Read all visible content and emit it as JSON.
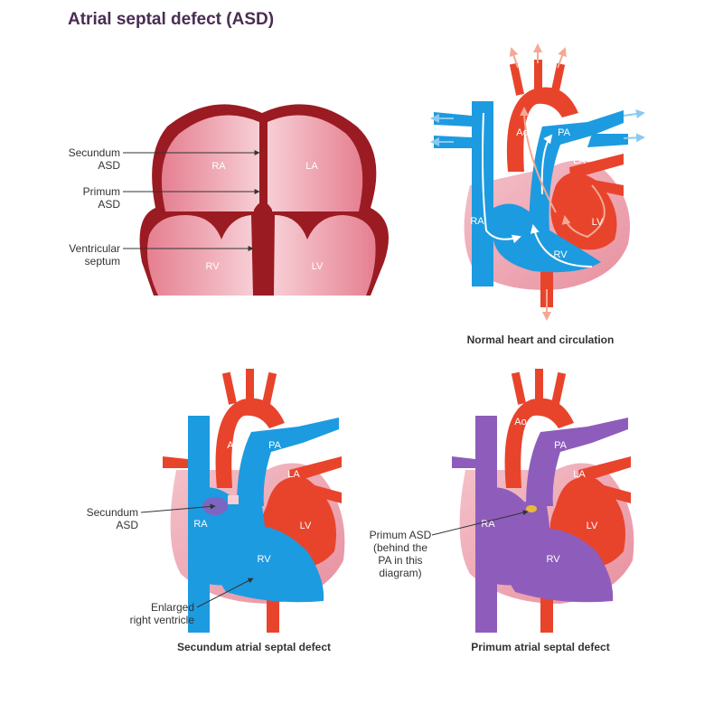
{
  "title": "Atrial septal defect (ASD)",
  "colors": {
    "title": "#4a2d52",
    "muscle_dark": "#9b1b22",
    "chamber_pink": "#f2b8c0",
    "blue": "#1d9be0",
    "red": "#e8442c",
    "purple": "#8e5dbb",
    "label_dark": "#333333"
  },
  "panel_top_left": {
    "chambers": {
      "ra": "RA",
      "la": "LA",
      "rv": "RV",
      "lv": "LV"
    },
    "callouts": {
      "secundum_line1": "Secundum",
      "secundum_line2": "ASD",
      "primum_line1": "Primum",
      "primum_line2": "ASD",
      "septum_line1": "Ventricular",
      "septum_line2": "septum"
    }
  },
  "panel_top_right": {
    "labels": {
      "ao": "Ao",
      "pa": "PA",
      "ra": "RA",
      "la": "LA",
      "rv": "RV",
      "lv": "LV"
    },
    "caption": "Normal heart and circulation"
  },
  "panel_bottom_left": {
    "labels": {
      "ao": "Ao",
      "pa": "PA",
      "ra": "RA",
      "la": "LA",
      "rv": "RV",
      "lv": "LV"
    },
    "callouts": {
      "secundum_line1": "Secundum",
      "secundum_line2": "ASD",
      "enlarged_line1": "Enlarged",
      "enlarged_line2": "right ventricle"
    },
    "caption": "Secundum atrial septal defect"
  },
  "panel_bottom_right": {
    "labels": {
      "ao": "Ao",
      "pa": "PA",
      "ra": "RA",
      "la": "LA",
      "rv": "RV",
      "lv": "LV"
    },
    "callouts": {
      "line1": "Primum ASD",
      "line2": "(behind the",
      "line3": "PA in this",
      "line4": "diagram)"
    },
    "caption": "Primum atrial septal defect"
  }
}
